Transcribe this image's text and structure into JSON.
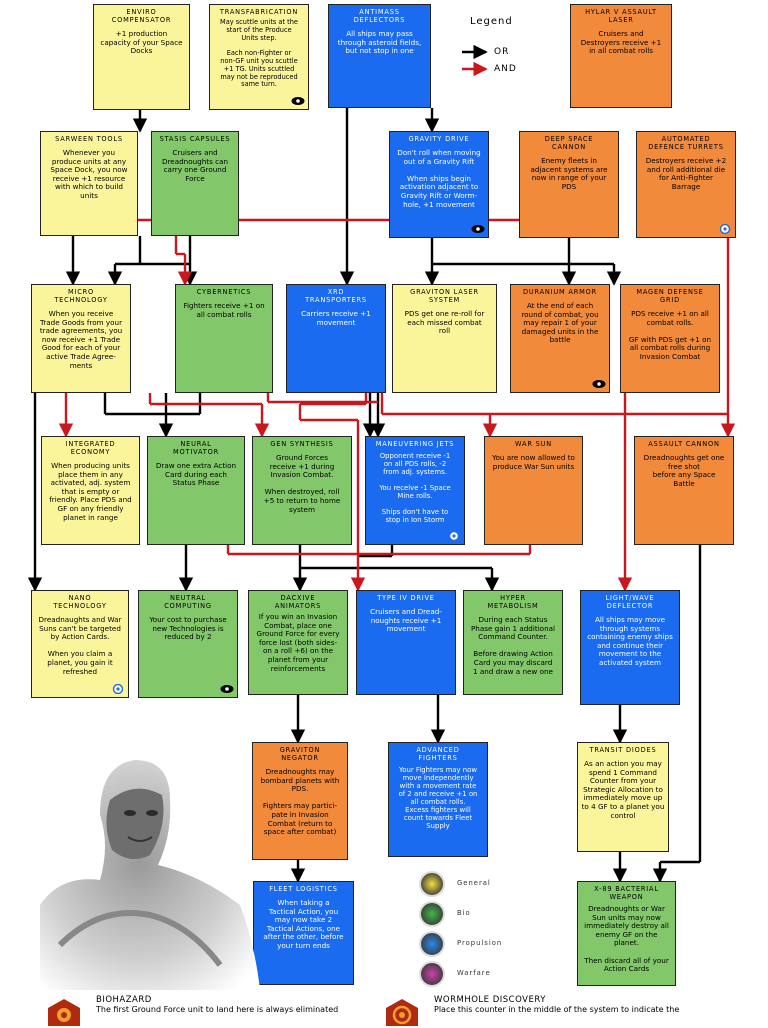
{
  "legend": {
    "title": "Legend",
    "or_label": "OR",
    "and_label": "AND"
  },
  "cards": {
    "enviro": {
      "title": "ENVIRO\nCOMPENSATOR",
      "body": "+1 production\ncapacity of your Space\nDocks"
    },
    "transfab": {
      "title": "TRANSFABRICATION",
      "body": "May scuttle units at the\nstart of the Produce\nUnits step.\n\nEach non-Fighter or\nnon-GF unit you scuttle\n+1 TG. Units scuttled\nmay not be reproduced\nsame turn."
    },
    "antimass": {
      "title": "ANTIMASS\nDEFLECTORS",
      "body": "All ships may pass\nthrough asteroid fields,\nbut not stop in one"
    },
    "hylar": {
      "title": "HYLAR V ASSAULT\nLASER",
      "body": "Cruisers and\nDestroyers receive +1\nin all combat rolls"
    },
    "sarween": {
      "title": "SARWEEN TOOLS",
      "body": "Whenever you\nproduce units at any\nSpace Dock, you now\nreceive +1 resource\nwith which to build\nunits"
    },
    "stasis": {
      "title": "STASIS CAPSULES",
      "body": "Cruisers and\nDreadnoughts can\ncarry one Ground Force"
    },
    "gravdrive": {
      "title": "GRAVITY DRIVE",
      "body": "Don't roll when moving\nout of a Gravity Rift\n\nWhen ships begin\nactivation adjacent to\nGravity Rift or Worm-\nhole, +1 movement"
    },
    "deepspace": {
      "title": "DEEP SPACE\nCANNON",
      "body": "Enemy fleets in\nadjacent systems are\nnow in range of your\nPDS"
    },
    "autodef": {
      "title": "AUTOMATED\nDEFENCE TURRETS",
      "body": "Destroyers receive +2\nand roll additional die\nfor Anti-Fighter\nBarrage"
    },
    "micro": {
      "title": "MICRO\nTECHNOLOGY",
      "body": "When you receive\nTrade Goods from your\ntrade agreements, you\nnow receive +1 Trade\nGood for each of your\nactive Trade Agree-\nments"
    },
    "cyber": {
      "title": "CYBERNETICS",
      "body": "Fighters receive +1 on\nall combat rolls"
    },
    "xrd": {
      "title": "XRD\nTRANSPORTERS",
      "body": "Carriers receive +1\nmovement"
    },
    "gravlaser": {
      "title": "GRAVITON LASER\nSYSTEM",
      "body": "PDS get one re-roll for\neach missed combat\nroll"
    },
    "duranium": {
      "title": "DURANIUM ARMOR",
      "body": "At the end of each\nround of combat, you\nmay repair 1 of your\ndamaged units in the\nbattle"
    },
    "magen": {
      "title": "MAGEN DEFENSE\nGRID",
      "body": "PDS receive +1 on all\ncombat rolls.\n\nGF with PDS get +1 on\nall combat rolls during\nInvasion Combat"
    },
    "integrated": {
      "title": "INTEGRATED\nECONOMY",
      "body": "When producing units\nplace them in any\nactivated, adj. system\nthat is empty or\nfriendly. Place PDS and\nGF on any friendly\nplanet in range"
    },
    "neural": {
      "title": "NEURAL\nMOTIVATOR",
      "body": "Draw one extra Action\nCard during each\nStatus Phase"
    },
    "gensynth": {
      "title": "GEN SYNTHESIS",
      "body": "Ground Forces\nreceive +1 during\nInvasion Combat.\n\nWhen destroyed, roll\n+5 to return to home\nsystem"
    },
    "maneuver": {
      "title": "MANEUVERING JETS",
      "body": "Opponent receive -1\non all PDS rolls, -2\nfrom adj. systems.\n\nYou receive -1 Space\nMine rolls.\n\nShips don't have to\nstop in Ion Storm"
    },
    "warsun": {
      "title": "WAR SUN",
      "body": "You are now allowed to\nproduce War Sun units"
    },
    "assault": {
      "title": "ASSAULT CANNON",
      "body": "Dreadnoughts get one\nfree shot\nbefore any Space\nBattle"
    },
    "nano": {
      "title": "NANO\nTECHNOLOGY",
      "body": "Dreadnaughts and War\nSuns can't be targeted\nby Action Cards.\n\nWhen you claim a\nplanet, you gain it\nrefreshed"
    },
    "neutral": {
      "title": "NEUTRAL\nCOMPUTING",
      "body": "Your cost to purchase\nnew Technologies is\nreduced by 2"
    },
    "dacxive": {
      "title": "DACXIVE\nANIMATORS",
      "body": "If you win an Invasion\nCombat, place one\nGround Force for every\nforce lost (both sides-\non a roll +6) on the\nplanet from your\nreinforcements"
    },
    "typeiv": {
      "title": "TYPE IV DRIVE",
      "body": "Cruisers and Dread-\nnoughts receive +1\nmovement"
    },
    "hyper": {
      "title": "HYPER\nMETABOLISM",
      "body": "During each Status\nPhase gain 1 additional\nCommand Counter.\n\nBefore drawing Action\nCard you may discard\n1 and draw a new one"
    },
    "lightwave": {
      "title": "LIGHT/WAVE\nDEFLECTOR",
      "body": "All ships may move\nthrough systems\ncontaining enemy ships\nand continue their\nmovement to the\nactivated system"
    },
    "graviton": {
      "title": "GRAVITON\nNEGATOR",
      "body": "Dreadnoughts may\nbombard planets with\nPDS.\n\nFighters may partici-\npate in Invasion\nCombat (return to\nspace after combat)"
    },
    "advfight": {
      "title": "ADVANCED\nFIGHTERS",
      "body": "Your Fighters may now\nmove Independently\nwith a movement rate\nof 2 and receive +1 on\nall combat rolls.\nExcess fighters will\ncount towards Fleet\nSupply"
    },
    "transit": {
      "title": "TRANSIT DIODES",
      "body": "As an action you may\nspend 1 Command\nCounter from your\nStrategic Allocation to\nimmediately move up\nto 4 GF to a planet you\ncontrol"
    },
    "fleetlog": {
      "title": "FLEET LOGISTICS",
      "body": "When taking a\nTactical Action, you\nmay now take 2\nTactical Actions, one\nafter the other, before\nyour turn ends"
    },
    "x89": {
      "title": "X-89 BACTERIAL\nWEAPON",
      "body": "Dreadnoughts or War\nSun units may now\nimmediately destroy all\nenemy GF on the\nplanet.\n\nThen discard all of your\nAction Cards"
    }
  },
  "categories": [
    {
      "label": "General",
      "color": "#e8d020"
    },
    {
      "label": "Bio",
      "color": "#3aa040"
    },
    {
      "label": "Propulsion",
      "color": "#1f7fe8"
    },
    {
      "label": "Warfare",
      "color": "#c030a0"
    }
  ],
  "footer": {
    "biohazard_title": "BIOHAZARD",
    "biohazard_text": "The first Ground Force unit to land here is always eliminated",
    "wormhole_title": "WORMHOLE DISCOVERY",
    "wormhole_text": "Place this counter in the middle of the system to indicate the"
  }
}
